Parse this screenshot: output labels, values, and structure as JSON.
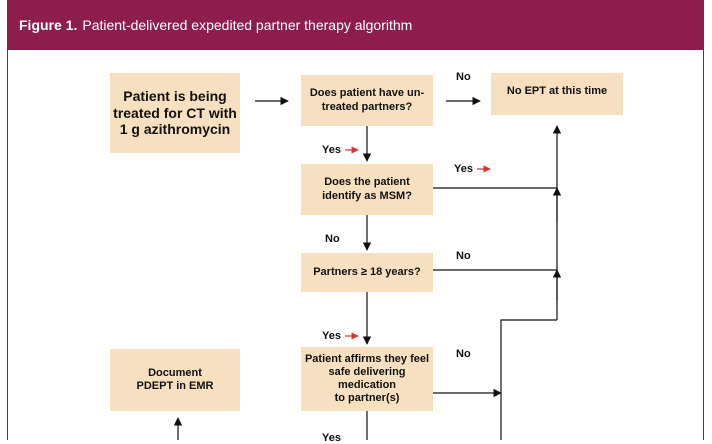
{
  "header": {
    "figure_label": "Figure 1.",
    "title": "Patient-delivered expedited partner therapy algorithm"
  },
  "boxes": {
    "start": "Patient is being\ntreated for CT with\n1 g azithromycin",
    "untreated": "Does patient have un-\ntreated partners?",
    "no_ept": "No EPT at this time",
    "msm": "Does the patient\nidentify as MSM?",
    "age": "Partners ≥ 18 years?",
    "safe": "Patient affirms they feel\nsafe delivering medication\nto partner(s)",
    "document": "Document\nPDEPT in EMR"
  },
  "labels": {
    "no_1": "No",
    "yes_1": "Yes",
    "yes_2": "Yes",
    "no_2": "No",
    "no_3": "No",
    "yes_3": "Yes",
    "no_4": "No",
    "yes_4": "Yes"
  },
  "colors": {
    "header_bg": "#8c1d4e",
    "box_fill": "#f6e0c0",
    "line": "#111111",
    "accent_arrow": "#d9342b"
  }
}
